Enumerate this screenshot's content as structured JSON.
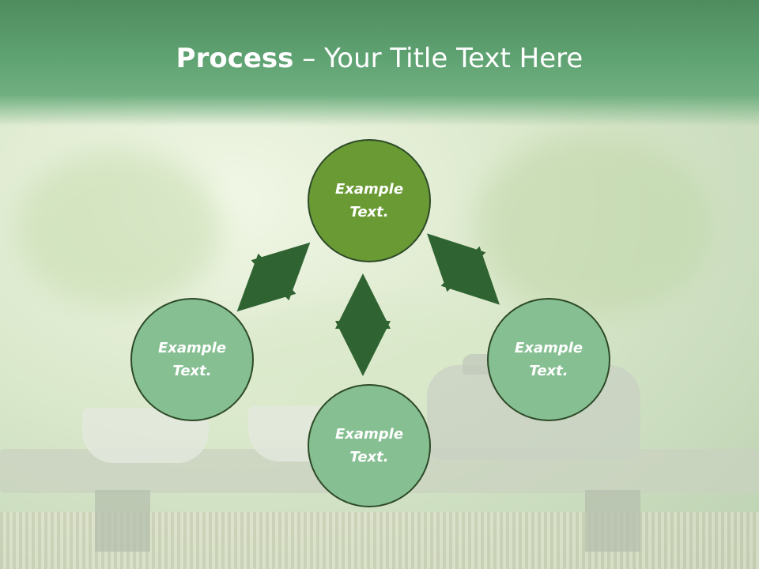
{
  "title": {
    "bold": "Process",
    "separator": " – ",
    "rest": "Your Title Text Here"
  },
  "nodes": [
    {
      "id": "top",
      "label": "Example Text."
    },
    {
      "id": "left",
      "label": "Example Text."
    },
    {
      "id": "bottom",
      "label": "Example Text."
    },
    {
      "id": "right",
      "label": "Example Text."
    }
  ],
  "colors": {
    "header": "#5fa272",
    "main_node": "#6a9a34",
    "sub_node": "#86bf92",
    "arrow": "#2f6332",
    "node_border": "#2d4a28"
  }
}
